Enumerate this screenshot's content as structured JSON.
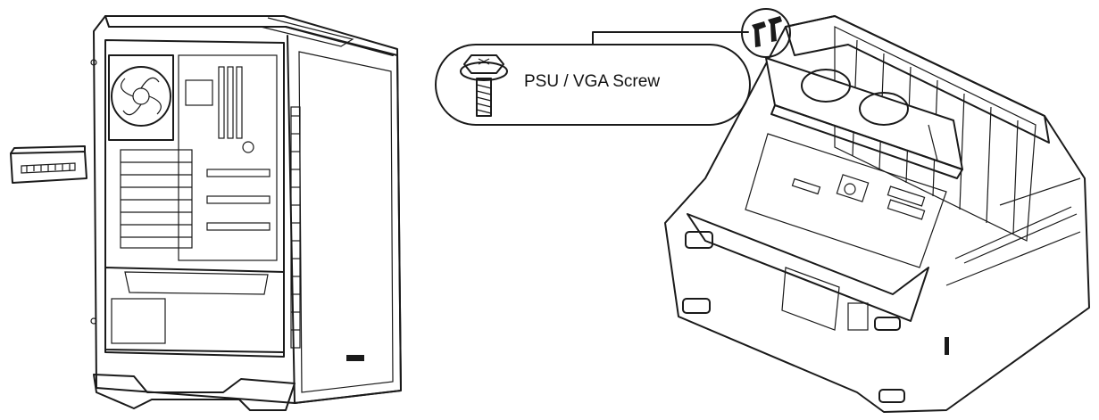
{
  "callout": {
    "label": "PSU / VGA Screw",
    "icon": "hex-washer-phillips-screw"
  },
  "figures": [
    {
      "name": "pc-case-open-side-view",
      "icon": "pc-case-icon"
    },
    {
      "name": "removed-slot-cover-bracket",
      "icon": "slot-bracket-icon"
    },
    {
      "name": "pc-case-top-down-view-with-gpu",
      "icon": "pc-case-icon"
    }
  ],
  "colors": {
    "line": "#1a1a1a",
    "background": "#ffffff",
    "screw_fill": "#8a8a8a"
  }
}
